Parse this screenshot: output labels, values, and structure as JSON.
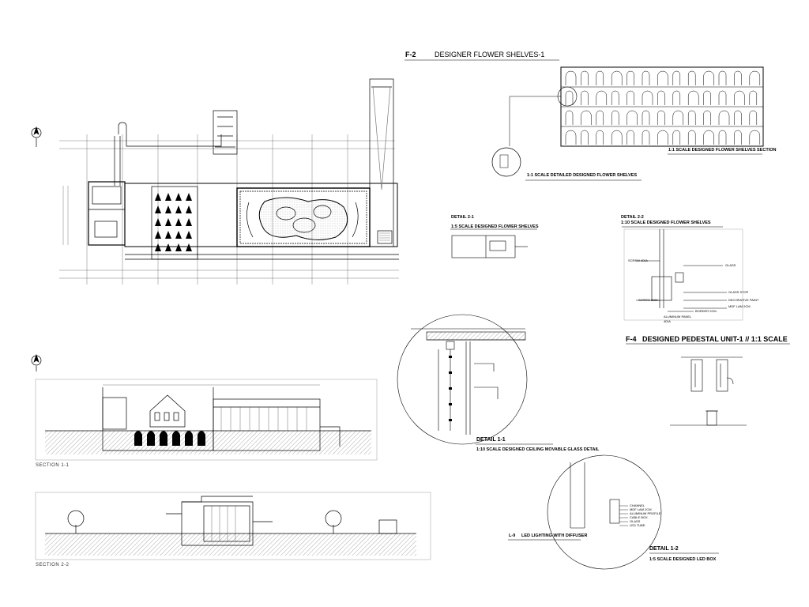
{
  "f2": {
    "code": "F-2",
    "title": "DESIGNER FLOWER SHELVES-1",
    "section_caption": "1:1 SCALE  DESIGNED FLOWER SHELVES SECTION",
    "detail_caption": "1:1 SCALE  DETAILED DESIGNED FLOWER SHELVES"
  },
  "detail_2_1": {
    "title": "DETAIL 2-1",
    "caption": "1:5 SCALE  DESIGNED FLOWER SHELVES"
  },
  "detail_2_2": {
    "title": "DETAIL 2-2",
    "caption": "1:10 SCALE  DESIGNED FLOWER SHELVES",
    "notes": [
      "SCREW 4DIA",
      "GLASS",
      "GLASS STOP",
      "DECORATIVE PAINT",
      "MDF LAM 2CM",
      "SCREW 8CM",
      "BORDER 2CM",
      "ALUMINUM PANEL",
      "4DIA"
    ]
  },
  "f4": {
    "code": "F-4",
    "title": "DESIGNED PEDESTAL UNIT-1 // 1:1 SCALE"
  },
  "detail_1_1": {
    "title": "DETAIL 1-1",
    "caption": "1:10 SCALE  DESIGNED CEILING MOVABLE GLASS DETAIL"
  },
  "detail_1_2": {
    "title": "DETAIL 1-2",
    "caption": "1:5 SCALE  DESIGNED LED BOX",
    "led_label": "L-9",
    "led_text": "LED LIGHTING WITH DIFFUSER",
    "notes": [
      "CHANNEL",
      "MDF LAM 2CM",
      "ALUMINUM PROFILE",
      "CABLE BOX",
      "GLASS",
      "LED TUBE"
    ]
  },
  "sections": {
    "s1": "SECTION 1-1",
    "s2": "SECTION 2-2"
  },
  "colors": {
    "line": "#000000",
    "hatch": "#9a9a9a",
    "fill": "#e6e6e6"
  }
}
